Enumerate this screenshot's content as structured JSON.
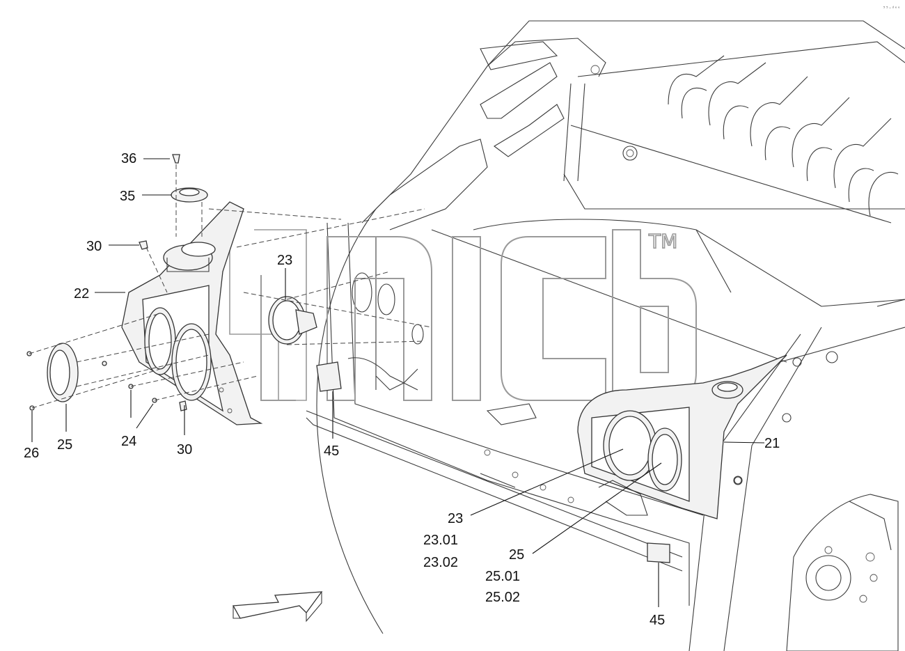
{
  "diagram": {
    "corner_mark": "⁵⁵·ᵈᵉᵉ",
    "watermark": {
      "text": "TM",
      "logo": "amcb"
    },
    "labels": {
      "l36": "36",
      "l35": "35",
      "l30a": "30",
      "l22": "22",
      "l23a": "23",
      "l26": "26",
      "l25a": "25",
      "l24": "24",
      "l30b": "30",
      "l45a": "45",
      "l21": "21",
      "l23b": "23",
      "l2301": "23.01",
      "l2302": "23.02",
      "l25b": "25",
      "l2501": "25.01",
      "l2502": "25.02",
      "l45b": "45"
    },
    "colors": {
      "ink": "#111111",
      "line": "#3a3a3a",
      "watermark": "#9a9a9a",
      "fill": "#f2f2f2"
    }
  }
}
